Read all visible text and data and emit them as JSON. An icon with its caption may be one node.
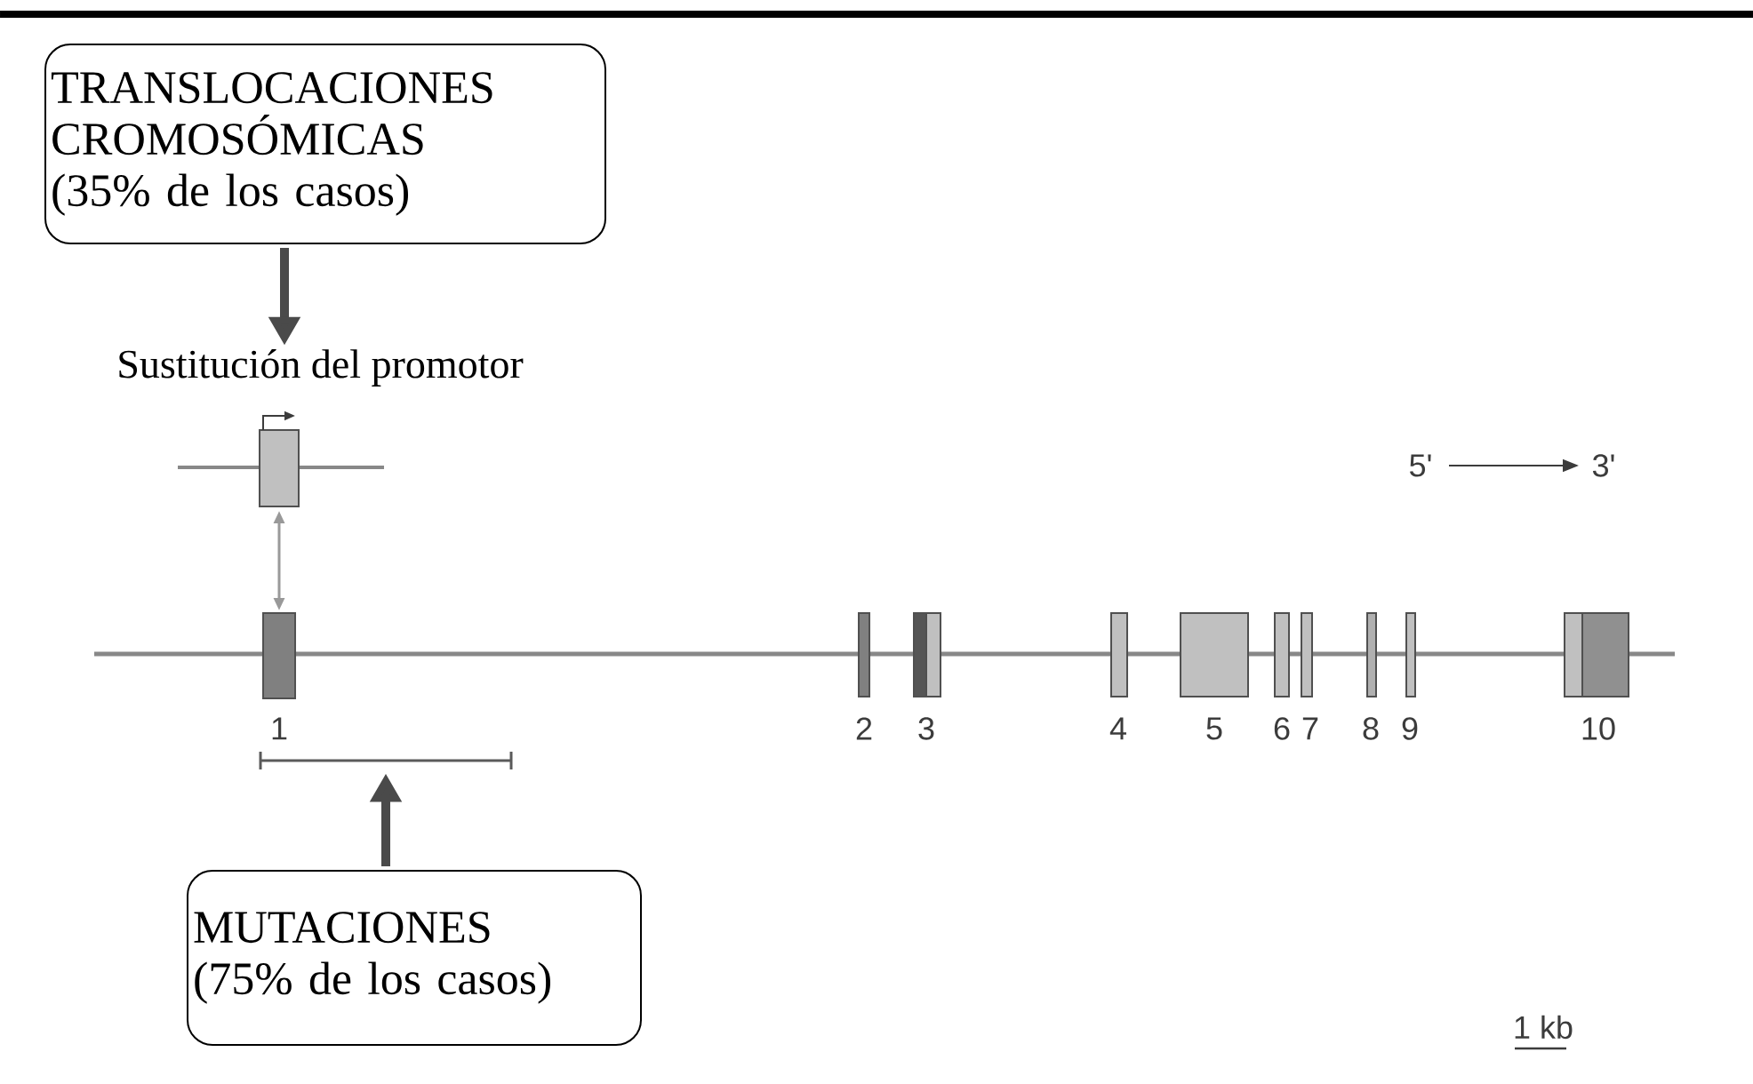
{
  "diagram": {
    "nodes": [
      {
        "text": [
          "TRANSLOCACIONES CROMOSÓMICAS",
          "(35% de los casos)"
        ]
      },
      {
        "text": [
          "Sustitución del promotor"
        ]
      },
      {
        "text": [],
        "shape": "box"
      },
      {
        "text": [],
        "shape": "box"
      },
      {
        "text": [],
        "shape": "bar"
      },
      {
        "text": [
          "MUTACIONES",
          "(75% de los casos)"
        ]
      }
    ],
    "edges": [
      {
        "from": 0,
        "to": 1,
        "arrow": "to"
      },
      {
        "from": 2,
        "to": 3,
        "arrow": "both",
        "color": "#999999"
      },
      {
        "from": 5,
        "to": 4,
        "arrow": "to"
      }
    ],
    "labels": [
      "5'",
      "3'",
      "1",
      "2",
      "3",
      "4",
      "5",
      "6",
      "7",
      "8",
      "9",
      "10",
      "1 kb"
    ]
  }
}
